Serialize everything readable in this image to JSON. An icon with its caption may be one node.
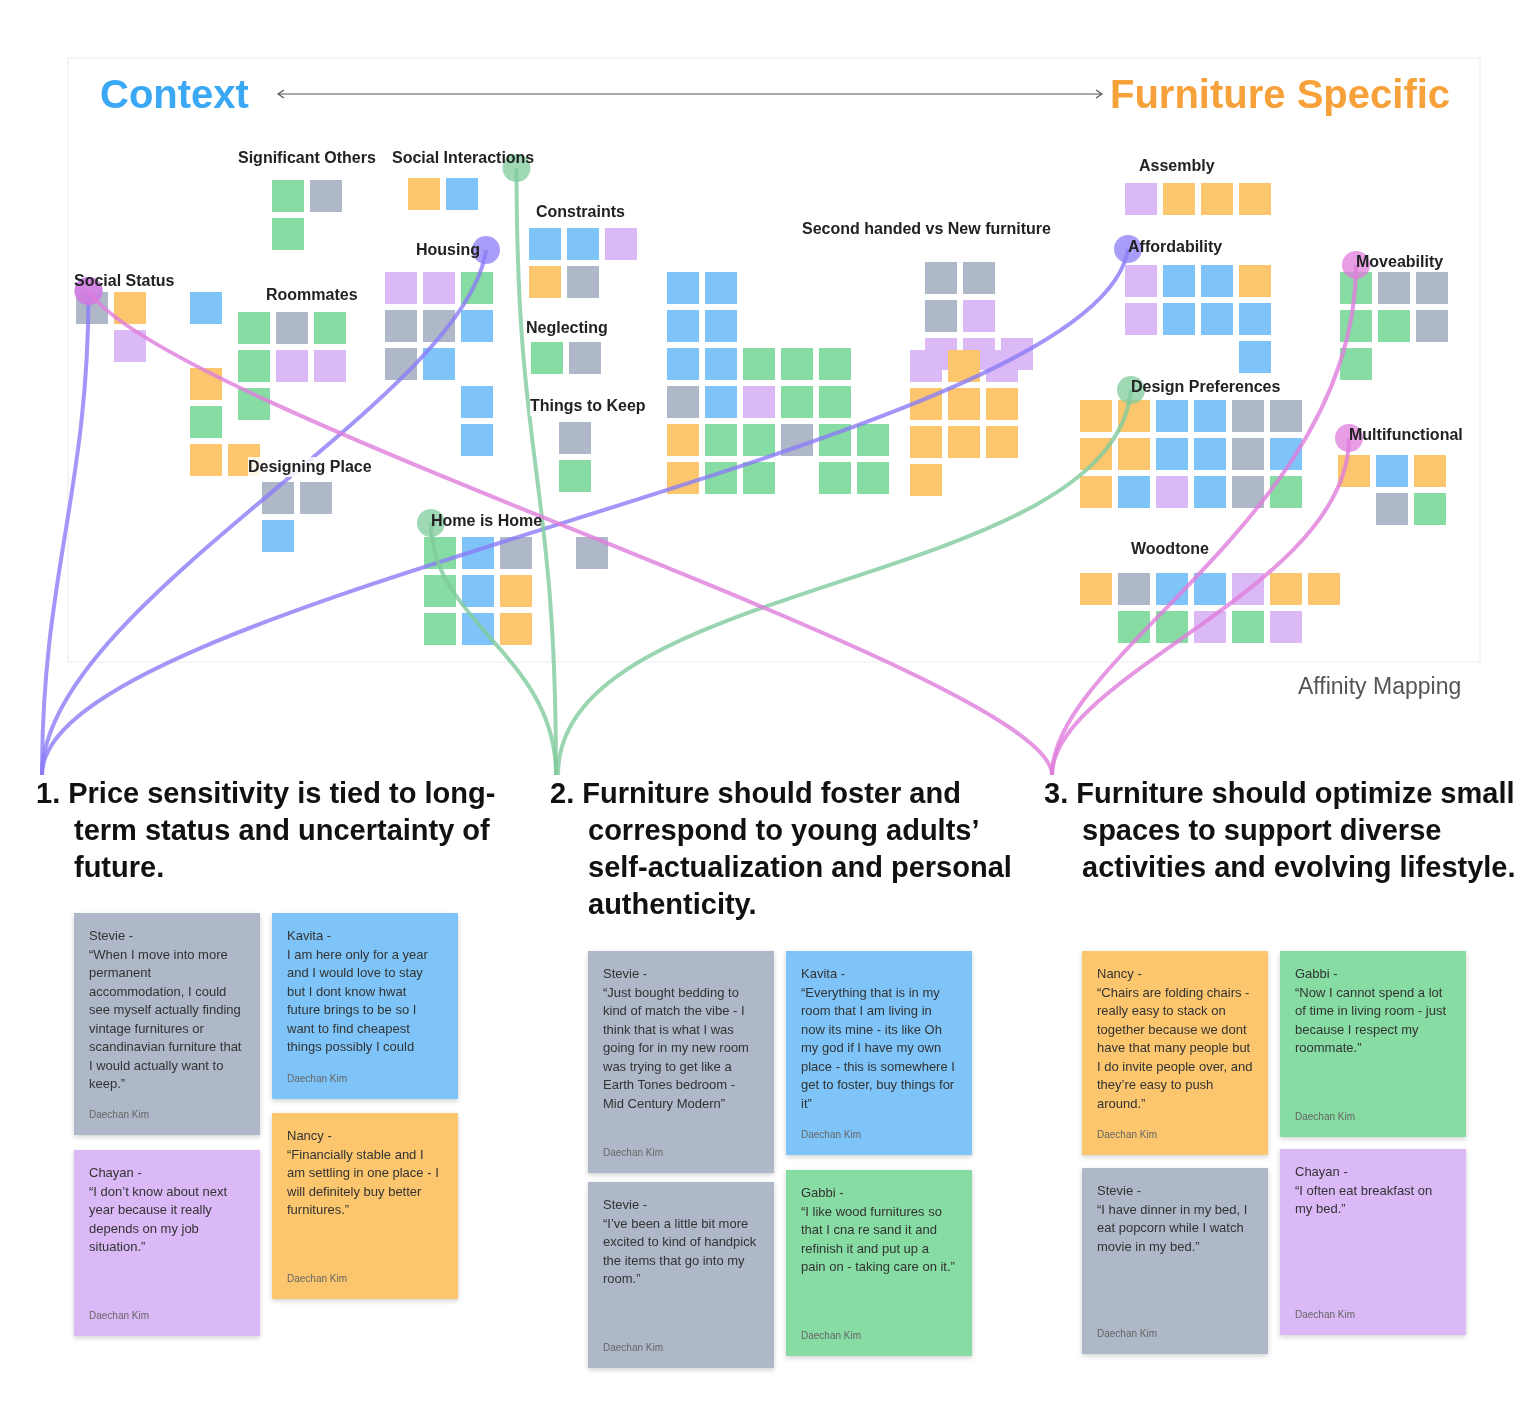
{
  "diagram": {
    "nodes": [
      {
        "text": [
          "Context"
        ]
      },
      {
        "text": [
          "Furniture Specific"
        ]
      },
      {
        "text": [
          "Social Interactions"
        ]
      },
      {
        "text": [
          "Housing"
        ]
      },
      {
        "text": [
          "Social Status"
        ]
      },
      {
        "text": [
          "Home is Home"
        ]
      },
      {
        "text": [
          "Affordability"
        ]
      },
      {
        "text": [
          "Moveability"
        ]
      },
      {
        "text": [
          "Design Preferences"
        ]
      },
      {
        "text": [
          "Multifunctional"
        ]
      },
      {
        "text": [
          "1. Price sensitivity is tied to long-term status and uncertainty of future."
        ]
      },
      {
        "text": [
          "2. Furniture should foster and correspond to young adults’ self-actualization and personal authenticity."
        ]
      },
      {
        "text": [
          "3. Furniture should optimize small spaces to support diverse activities and evolving lifestyle."
        ]
      },
      {
        "text": [
          "Stevie -",
          "“When I move into more permanent accommodation, I could see myself actually finding vintage furnitures or scandinavian furniture that I would actually want to keep.”",
          "Daechan Kim"
        ]
      },
      {
        "text": [
          "Kavita -",
          "I am here only for a year and I would love to stay but I dont know hwat future brings to be so I want to find cheapest things possibly I could",
          "Daechan Kim"
        ]
      },
      {
        "text": [
          "Nancy -",
          "“Financially stable and I am settling in one place - I will definitely buy better furnitures.”",
          "Daechan Kim"
        ]
      },
      {
        "text": [
          "Chayan -",
          "“I don’t know about next year because it really depends on my job situation.”",
          "Daechan Kim"
        ]
      },
      {
        "text": [
          "Stevie -",
          "“Just bought bedding to kind of match the vibe - I think that is what I was going for in my new room was trying to get like a Earth Tones bedroom - Mid Century Modern”",
          "Daechan Kim"
        ]
      },
      {
        "text": [
          "Kavita -",
          "“Everything that is in my room that I am living in now its mine - its like Oh my god if I have my own place - this is somewhere I get to foster, buy things for it”",
          "Daechan Kim"
        ]
      },
      {
        "text": [
          "Gabbi -",
          "“I like wood furnitures so that I cna re sand it and refinish it and put up a pain on - taking care on it.”",
          "Daechan Kim"
        ]
      },
      {
        "text": [
          "Stevie -",
          "“I’ve been a little bit more excited to kind of handpick the items that go into my room.”",
          "Daechan Kim"
        ]
      },
      {
        "text": [
          "Nancy -",
          "“Chairs are folding chairs - really easy to stack on together because we dont have that many people but I do invite people over, and they’re easy to push around.”",
          "Daechan Kim"
        ]
      },
      {
        "text": [
          "Gabbi -",
          "“Now I cannot spend a lot of time in living room - just because I respect my roommate.”",
          "Daechan Kim"
        ]
      },
      {
        "text": [
          "Stevie -",
          "“I have dinner in my bed, I eat popcorn while I watch movie in my bed.”",
          "Daechan Kim"
        ]
      },
      {
        "text": [
          "Chayan -",
          "“I often eat breakfast on my bed.”",
          "Daechan Kim"
        ]
      }
    ],
    "edges": [
      {
        "from": 0,
        "to": 1,
        "arrow": "both",
        "color": "#555555"
      },
      {
        "from": 4,
        "to": 10,
        "arrow": "other",
        "color": "#8b7cf6"
      },
      {
        "from": 3,
        "to": 10,
        "arrow": "other",
        "color": "#8b7cf6"
      },
      {
        "from": 6,
        "to": 10,
        "arrow": "other",
        "color": "#8b7cf6"
      },
      {
        "from": 2,
        "to": 11,
        "arrow": "other",
        "color": "#7fcb9c"
      },
      {
        "from": 5,
        "to": 11,
        "arrow": "other",
        "color": "#7fcb9c"
      },
      {
        "from": 8,
        "to": 11,
        "arrow": "other",
        "color": "#7fcb9c"
      },
      {
        "from": 4,
        "to": 12,
        "arrow": "other",
        "color": "#e07ddc"
      },
      {
        "from": 7,
        "to": 12,
        "arrow": "other",
        "color": "#e07ddc"
      },
      {
        "from": 9,
        "to": 12,
        "arrow": "other",
        "color": "#e07ddc"
      }
    ],
    "labels": [
      "Significant Others",
      "Constraints",
      "Second handed vs New furniture",
      "Assembly",
      "Roommates",
      "Neglecting",
      "Things to Keep",
      "Designing Place",
      "Woodtone",
      "Affinity Mapping"
    ]
  }
}
